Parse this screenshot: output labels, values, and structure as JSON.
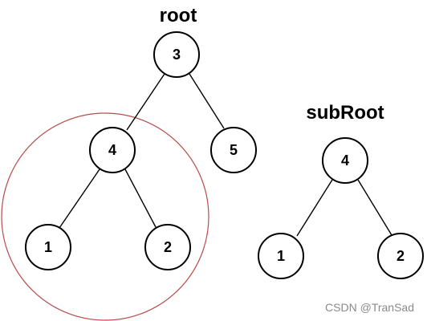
{
  "root_tree": {
    "title": "root",
    "nodes": {
      "n3": "3",
      "n4": "4",
      "n5": "5",
      "n1": "1",
      "n2": "2"
    }
  },
  "subroot_tree": {
    "title": "subRoot",
    "nodes": {
      "n4": "4",
      "n1": "1",
      "n2": "2"
    }
  },
  "highlight_color": "#b94c4c",
  "watermark": "CSDN @TranSad"
}
